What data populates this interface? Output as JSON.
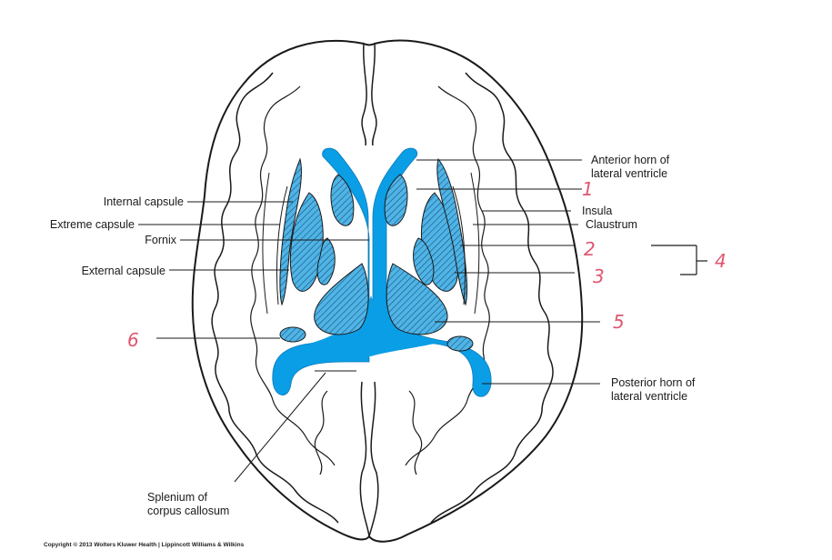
{
  "labels_left": {
    "internal_capsule": "Internal capsule",
    "extreme_capsule": "Extreme capsule",
    "fornix": "Fornix",
    "external_capsule": "External capsule"
  },
  "labels_right": {
    "anterior_horn_line1": "Anterior horn of",
    "anterior_horn_line2": "lateral ventricle",
    "insula": "Insula",
    "claustrum": "Claustrum",
    "posterior_horn_line1": "Posterior horn of",
    "posterior_horn_line2": "lateral ventricle"
  },
  "labels_bottom": {
    "splenium_line1": "Splenium of",
    "splenium_line2": "corpus callosum"
  },
  "handwritten": {
    "n1": "1",
    "n2": "2",
    "n3": "3",
    "n4": "4",
    "n5": "5",
    "n6": "6"
  },
  "copyright": "Copyright © 2013 Wolters Kluwer Health | Lippincott Williams & Wilkins",
  "colors": {
    "ventricle": "#0a9ee6",
    "hatched_nuclei": "#3aa9e0",
    "handwriting": "#e0566f",
    "outline": "#1a1a1a"
  }
}
